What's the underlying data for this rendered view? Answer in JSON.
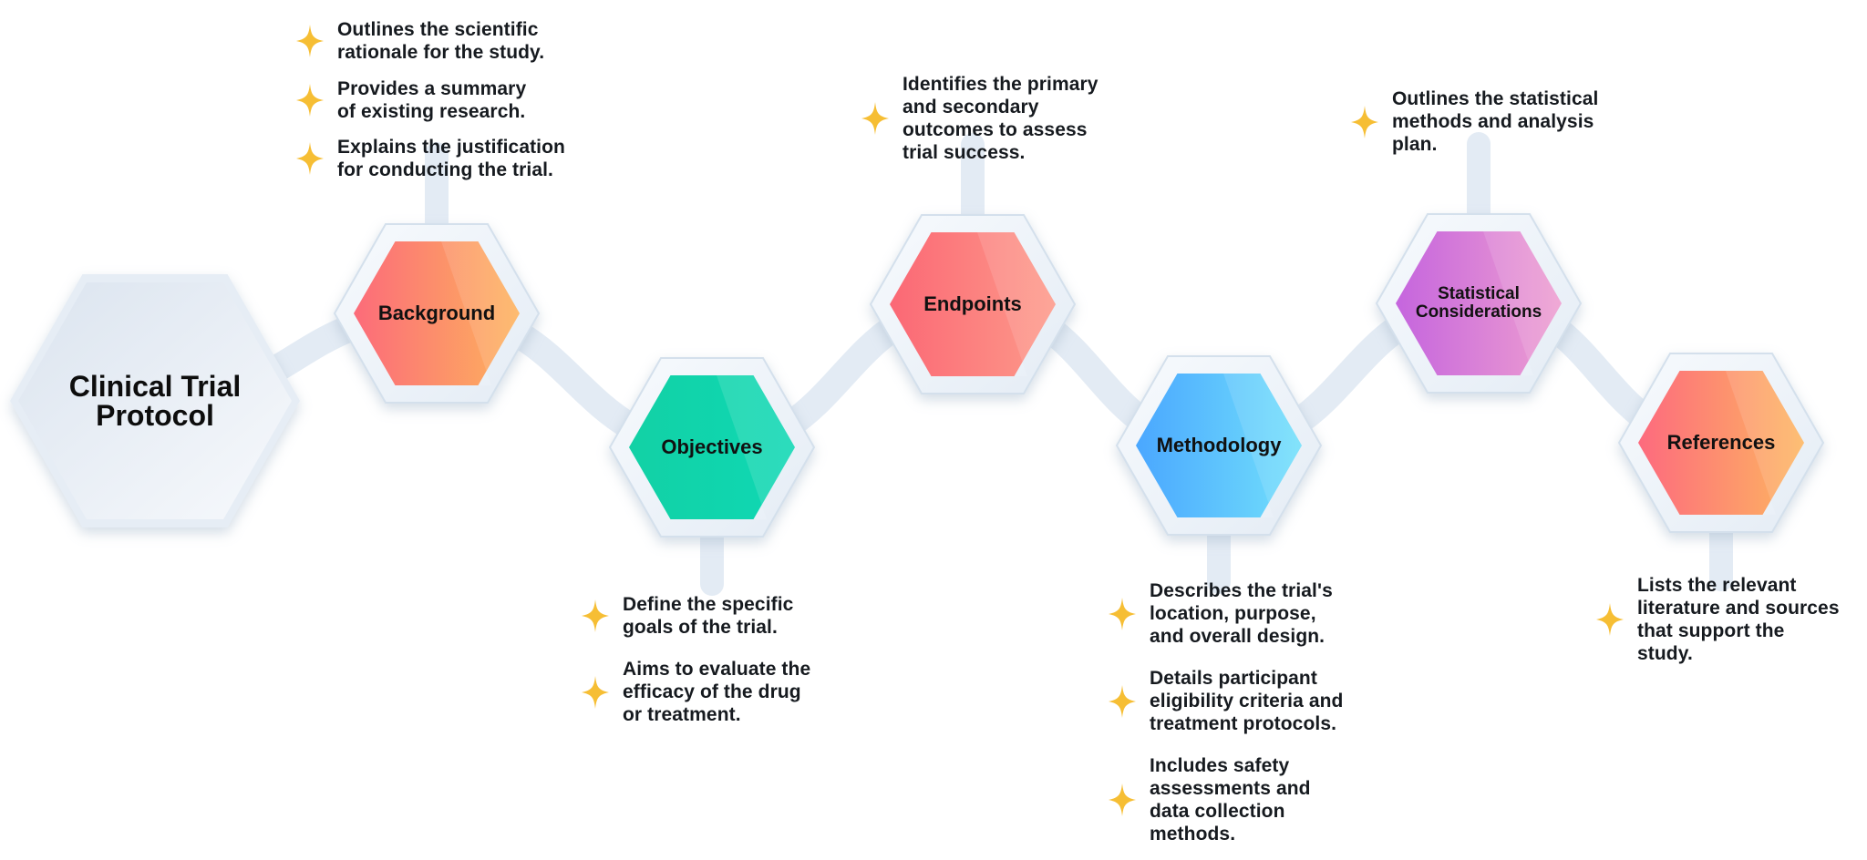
{
  "title": "Clinical Trial Protocol",
  "colors": {
    "connector": "#e3ebf4",
    "star": "#f6be34",
    "outer_hex_light": "#f7fafd",
    "outer_hex_edge": "#d4e0ec"
  },
  "nodes": [
    {
      "id": "background",
      "label": "Background",
      "gradient": [
        "#fc6b7a",
        "#fdb35c"
      ],
      "bullets": [
        "Outlines the scientific\nrationale for the study.",
        "Provides a summary\nof existing research.",
        "Explains the justification\nfor conducting the trial."
      ]
    },
    {
      "id": "objectives",
      "label": "Objectives",
      "gradient": [
        "#12d1a5",
        "#0fd8b4"
      ],
      "bullets": [
        "Define the specific\ngoals of the trial.",
        "Aims to evaluate the\nefficacy of the drug\nor treatment."
      ]
    },
    {
      "id": "endpoints",
      "label": "Endpoints",
      "gradient": [
        "#fb6875",
        "#fd9a8a"
      ],
      "bullets": [
        "Identifies the primary\nand secondary\noutcomes to assess\ntrial success."
      ]
    },
    {
      "id": "methodology",
      "label": "Methodology",
      "gradient": [
        "#4aa7ff",
        "#72e0fb"
      ],
      "bullets": [
        "Describes the trial's\nlocation, purpose,\nand overall design.",
        "Details participant\neligibility criteria and\ntreatment protocols.",
        "Includes safety\nassessments and\ndata collection\nmethods."
      ]
    },
    {
      "id": "statistical-considerations",
      "label": "Statistical\nConsiderations",
      "gradient": [
        "#c565de",
        "#ee9ed0"
      ],
      "bullets": [
        "Outlines the statistical\nmethods and analysis\nplan."
      ]
    },
    {
      "id": "references",
      "label": "References",
      "gradient": [
        "#fd6a7e",
        "#fdb660"
      ],
      "bullets": [
        "Lists the relevant\nliterature and sources\nthat support the\nstudy."
      ]
    }
  ]
}
